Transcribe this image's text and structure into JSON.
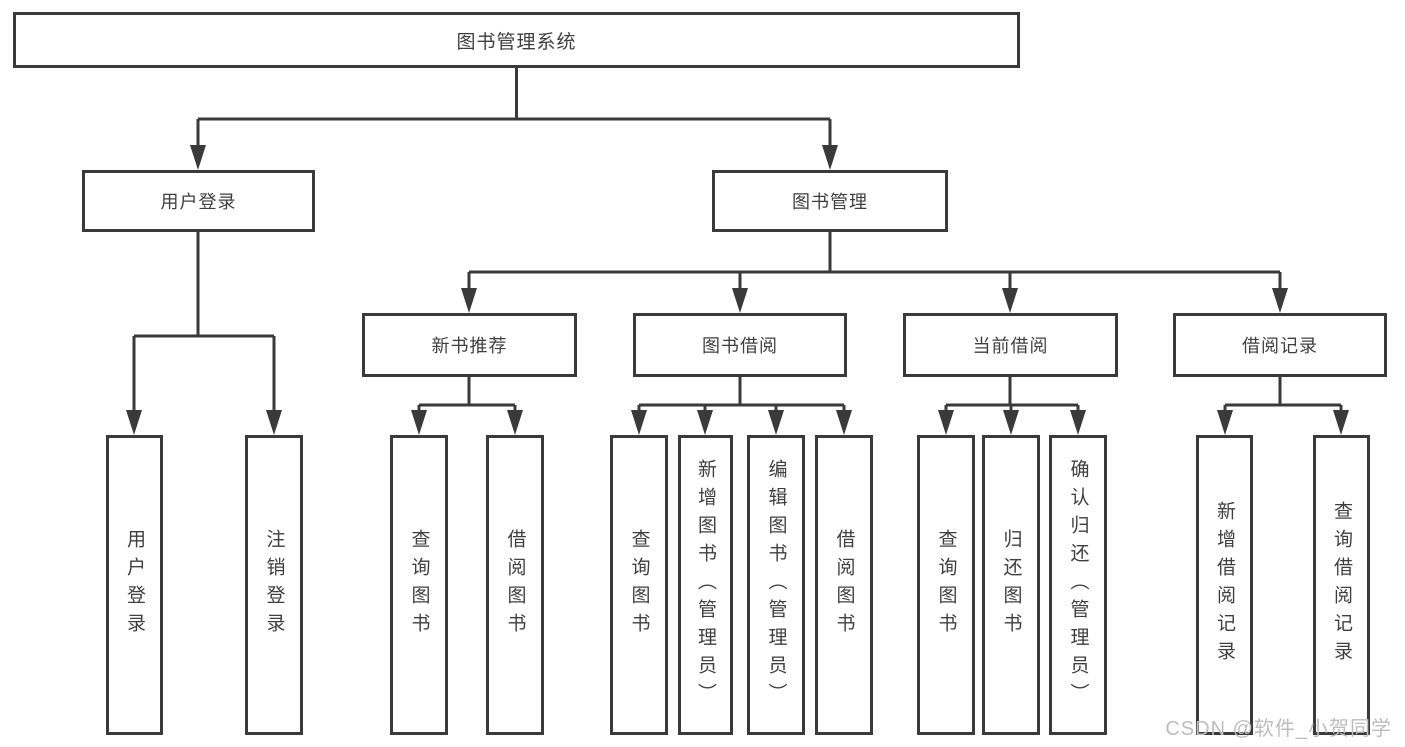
{
  "diagram": {
    "title": "图书管理系统",
    "user_login": {
      "label": "用户登录",
      "children": [
        {
          "label": "用户登录"
        },
        {
          "label": "注销登录"
        }
      ]
    },
    "book_management": {
      "label": "图书管理",
      "sections": [
        {
          "label": "新书推荐",
          "children": [
            {
              "label": "查询图书"
            },
            {
              "label": "借阅图书"
            }
          ]
        },
        {
          "label": "图书借阅",
          "children": [
            {
              "label": "查询图书"
            },
            {
              "label": "新增图书（管理员）"
            },
            {
              "label": "编辑图书（管理员）"
            },
            {
              "label": "借阅图书"
            }
          ]
        },
        {
          "label": "当前借阅",
          "children": [
            {
              "label": "查询图书"
            },
            {
              "label": "归还图书"
            },
            {
              "label": "确认归还（管理员）"
            }
          ]
        },
        {
          "label": "借阅记录",
          "children": [
            {
              "label": "新增借阅记录"
            },
            {
              "label": "查询借阅记录"
            }
          ]
        }
      ]
    }
  },
  "watermark": {
    "text": "CSDN @软件_小贺同学"
  },
  "colors": {
    "line": "#3a3a3a",
    "text": "#3f3f3f",
    "watermark": "#bdbdbd",
    "background": "#ffffff"
  }
}
